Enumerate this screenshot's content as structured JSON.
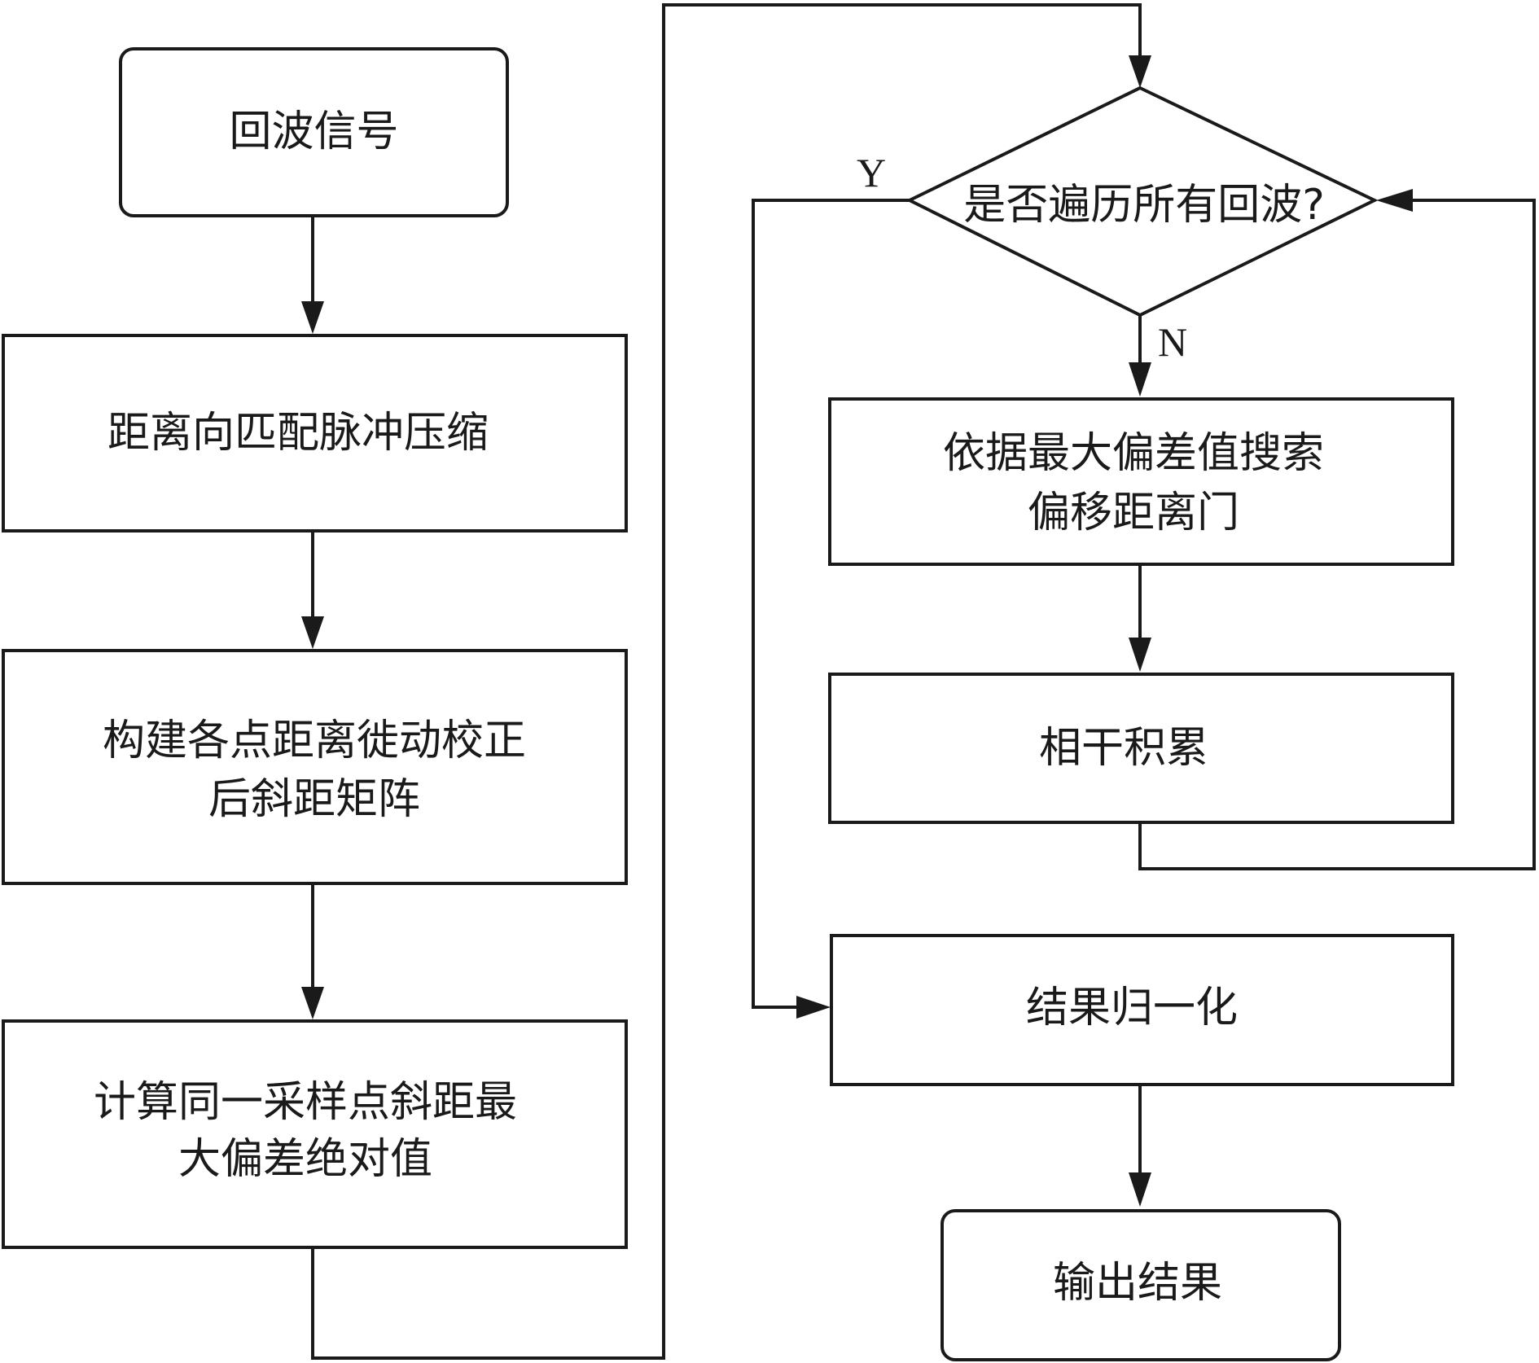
{
  "flowchart": {
    "nodes": {
      "echo_signal": "回波信号",
      "range_compression": "距离向匹配脉冲压缩",
      "build_matrix": {
        "line1": "构建各点距离徙动校正",
        "line2": "后斜距矩阵"
      },
      "max_deviation": {
        "line1": "计算同一采样点斜距最",
        "line2": "大偏差绝对值"
      },
      "decision": "是否遍历所有回波?",
      "search_offset": {
        "line1": "依据最大偏差值搜索",
        "line2": "偏移距离门"
      },
      "coherent_integration": "相干积累",
      "normalize": "结果归一化",
      "output": "输出结果"
    },
    "branches": {
      "yes": "Y",
      "no": "N"
    }
  }
}
